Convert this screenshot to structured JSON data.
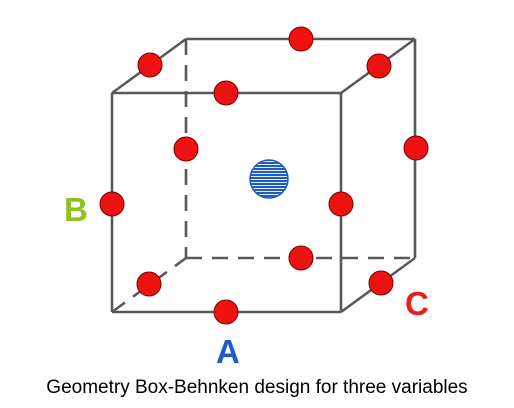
{
  "diagram": {
    "caption": "Geometry Box-Behnken design for three variables",
    "axes": {
      "a": "A",
      "b": "B",
      "c": "C"
    },
    "center_point_count": 1,
    "edge_midpoint_count": 12
  },
  "colors": {
    "edge": "#595959",
    "point": "#ee1111",
    "point_stroke": "#7a0000",
    "center": "#1f5cbf",
    "axis_a": "#1f5cc8",
    "axis_b": "#8dc21f",
    "axis_c": "#ee1c1c",
    "caption": "#000000"
  }
}
